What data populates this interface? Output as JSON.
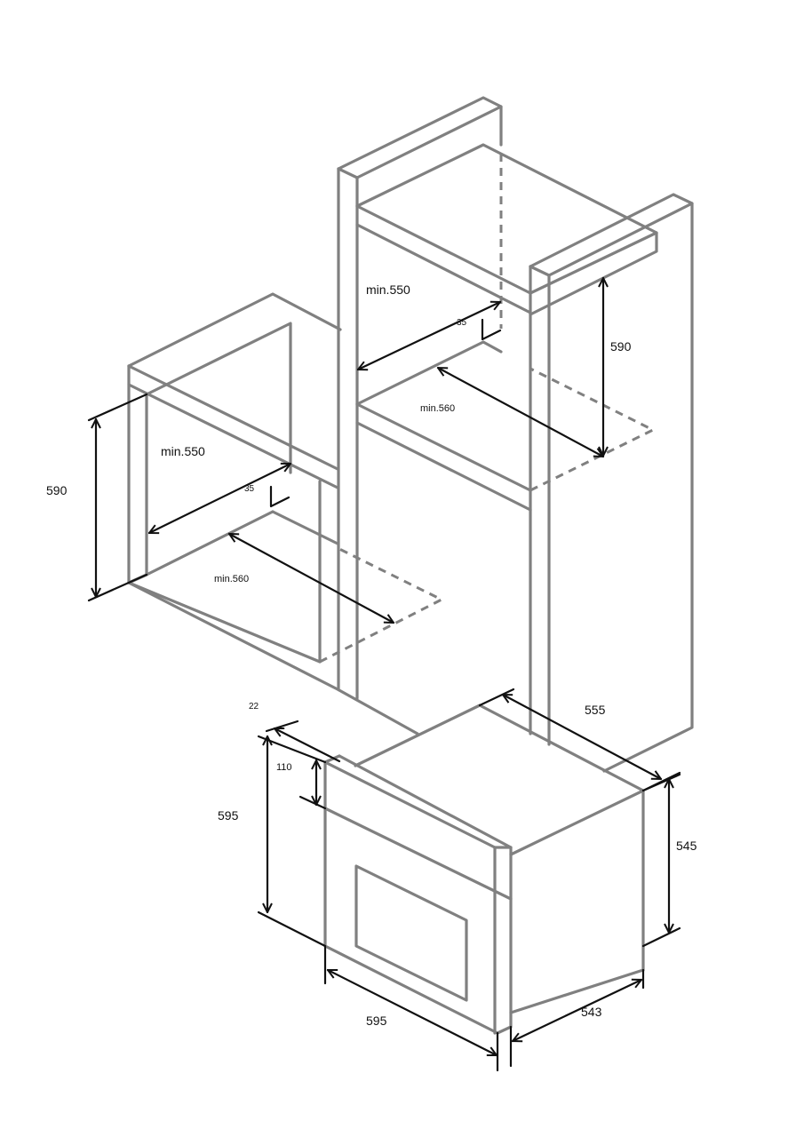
{
  "diagram": {
    "colors": {
      "frame": "#808080",
      "dimension": "#111111",
      "background": "#ffffff"
    },
    "left_niche": {
      "depth_label": "min.550",
      "width_label": "min.560",
      "height_label": "590",
      "offset_label": "35"
    },
    "tall_cabinet": {
      "depth_label": "min.550",
      "width_label": "min.560",
      "height_label": "590",
      "offset_label": "35"
    },
    "oven": {
      "front_thickness_label": "22",
      "panel_height_label": "110",
      "front_height_label": "595",
      "front_width_label": "595",
      "body_depth_label": "555",
      "body_height_label": "545",
      "body_width_label": "543"
    }
  }
}
